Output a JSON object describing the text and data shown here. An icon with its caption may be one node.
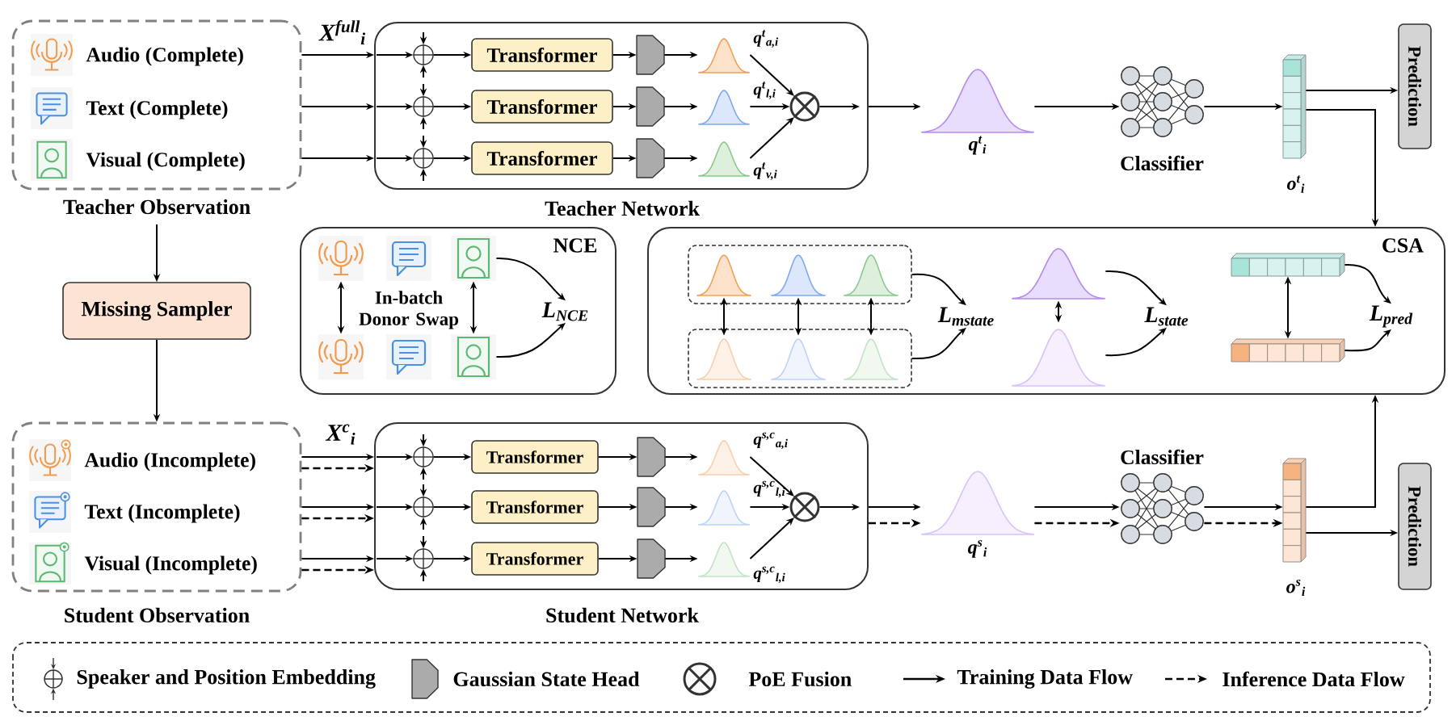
{
  "diagram": {
    "nodes": [
      {
        "text": [
          "Teacher Observation"
        ]
      },
      {
        "text": [
          "Audio (Complete)"
        ],
        "in": 0
      },
      {
        "text": [
          "Text (Complete)"
        ],
        "in": 0
      },
      {
        "text": [
          "Visual (Complete)"
        ],
        "in": 0
      },
      {
        "text": [
          "Teacher Network"
        ]
      },
      {
        "text": [],
        "shape": "circle",
        "in": 4
      },
      {
        "text": [
          "Transformer"
        ],
        "in": 4
      },
      {
        "text": [],
        "shape": "pentagon",
        "in": 4
      },
      {
        "text": [],
        "shape": "picture",
        "in": 4,
        "beside": [
          "q$^{t}$$_{a,i}$"
        ]
      },
      {
        "text": [],
        "shape": "circle",
        "in": 4
      },
      {
        "text": [
          "Transformer"
        ],
        "in": 4
      },
      {
        "text": [],
        "shape": "pentagon",
        "in": 4
      },
      {
        "text": [],
        "shape": "picture",
        "in": 4,
        "beside": [
          "q$^{t}$$_{l,i}$"
        ]
      },
      {
        "text": [],
        "shape": "circle",
        "in": 4
      },
      {
        "text": [
          "Transformer"
        ],
        "in": 4
      },
      {
        "text": [],
        "shape": "pentagon",
        "in": 4
      },
      {
        "text": [],
        "shape": "picture",
        "in": 4,
        "beside": [
          "q$^{t}$$_{v,i}$"
        ]
      },
      {
        "text": [],
        "shape": "circle",
        "in": 4
      },
      {
        "text": [],
        "shape": "picture",
        "beside": [
          "q$^{t}$$_{i}$"
        ]
      },
      {
        "text": [],
        "shape": "picture",
        "beside": [
          "Classifier"
        ]
      },
      {
        "text": [],
        "shape": "bar",
        "beside": [
          "o$^{t}$$_{i}$"
        ]
      },
      {
        "text": [
          "Prediction"
        ]
      },
      {
        "text": [
          "Missing Sampler"
        ]
      },
      {
        "text": [
          "NCE"
        ]
      },
      {
        "text": [],
        "shape": "picture",
        "in": 23
      },
      {
        "text": [],
        "shape": "picture",
        "in": 23
      },
      {
        "text": [],
        "shape": "picture",
        "in": 23
      },
      {
        "text": [],
        "shape": "picture",
        "in": 23
      },
      {
        "text": [],
        "shape": "picture",
        "in": 23
      },
      {
        "text": [],
        "shape": "picture",
        "in": 23
      },
      {
        "text": [
          "L$_{NCE}$"
        ],
        "in": 23
      },
      {
        "text": [
          "CSA"
        ]
      },
      {
        "text": [],
        "shape": "box",
        "in": 31
      },
      {
        "text": [],
        "shape": "picture",
        "in": 32
      },
      {
        "text": [],
        "shape": "picture",
        "in": 32
      },
      {
        "text": [],
        "shape": "picture",
        "in": 32
      },
      {
        "text": [],
        "shape": "box",
        "in": 31
      },
      {
        "text": [],
        "shape": "picture",
        "in": 36
      },
      {
        "text": [],
        "shape": "picture",
        "in": 36
      },
      {
        "text": [],
        "shape": "picture",
        "in": 36
      },
      {
        "text": [
          "L$_{mstate}$"
        ],
        "in": 31
      },
      {
        "text": [],
        "shape": "picture",
        "in": 31
      },
      {
        "text": [],
        "shape": "picture",
        "in": 31
      },
      {
        "text": [
          "L$_{state}$"
        ],
        "in": 31
      },
      {
        "text": [],
        "shape": "bar",
        "in": 31
      },
      {
        "text": [],
        "shape": "bar",
        "in": 31
      },
      {
        "text": [
          "L$_{pred}$"
        ],
        "in": 31
      },
      {
        "text": [
          "Student Observation"
        ]
      },
      {
        "text": [
          "Audio (Incomplete)"
        ],
        "in": 47
      },
      {
        "text": [
          "Text (Incomplete)"
        ],
        "in": 47
      },
      {
        "text": [
          "Visual (Incomplete)"
        ],
        "in": 47
      },
      {
        "text": [
          "Student Network"
        ]
      },
      {
        "text": [],
        "shape": "circle",
        "in": 51
      },
      {
        "text": [
          "Transformer"
        ],
        "in": 51
      },
      {
        "text": [],
        "shape": "pentagon",
        "in": 51
      },
      {
        "text": [],
        "shape": "picture",
        "in": 51,
        "beside": [
          "q$^{s,c}$$_{a,i}$"
        ]
      },
      {
        "text": [],
        "shape": "circle",
        "in": 51
      },
      {
        "text": [
          "Transformer"
        ],
        "in": 51
      },
      {
        "text": [],
        "shape": "pentagon",
        "in": 51
      },
      {
        "text": [],
        "shape": "picture",
        "in": 51,
        "beside": [
          "q$^{s,c}$$_{l,i}$"
        ]
      },
      {
        "text": [],
        "shape": "circle",
        "in": 51
      },
      {
        "text": [
          "Transformer"
        ],
        "in": 51
      },
      {
        "text": [],
        "shape": "pentagon",
        "in": 51
      },
      {
        "text": [],
        "shape": "picture",
        "in": 51,
        "beside": [
          "q$^{s,c}$$_{l,i}$"
        ]
      },
      {
        "text": [],
        "shape": "circle",
        "in": 51
      },
      {
        "text": [],
        "shape": "picture",
        "beside": [
          "q$^{s}$$_{i}$"
        ]
      },
      {
        "text": [],
        "shape": "picture",
        "beside": [
          "Classifier"
        ]
      },
      {
        "text": [],
        "shape": "bar",
        "beside": [
          "o$^{s}$$_{i}$"
        ]
      },
      {
        "text": [
          "Prediction"
        ]
      }
    ],
    "edges": [
      {
        "from": 0,
        "to": 4,
        "arrow": "to"
      },
      {
        "from": 0,
        "to": 4,
        "arrow": "to"
      },
      {
        "from": 0,
        "to": 4,
        "arrow": "to"
      },
      {
        "from": null,
        "to": 5,
        "arrow": "to"
      },
      {
        "from": null,
        "to": 5,
        "arrow": "to"
      },
      {
        "from": null,
        "to": 5,
        "arrow": "to"
      },
      {
        "from": 5,
        "to": 6,
        "arrow": "to"
      },
      {
        "from": 6,
        "to": 7,
        "arrow": "to"
      },
      {
        "from": 7,
        "to": 8,
        "arrow": "to"
      },
      {
        "from": null,
        "to": 9,
        "arrow": "to"
      },
      {
        "from": null,
        "to": 9,
        "arrow": "to"
      },
      {
        "from": null,
        "to": 9,
        "arrow": "to"
      },
      {
        "from": 9,
        "to": 10,
        "arrow": "to"
      },
      {
        "from": 10,
        "to": 11,
        "arrow": "to"
      },
      {
        "from": 11,
        "to": 12,
        "arrow": "to"
      },
      {
        "from": null,
        "to": 13,
        "arrow": "to"
      },
      {
        "from": null,
        "to": 13,
        "arrow": "to"
      },
      {
        "from": null,
        "to": 13,
        "arrow": "to"
      },
      {
        "from": 13,
        "to": 14,
        "arrow": "to"
      },
      {
        "from": 14,
        "to": 15,
        "arrow": "to"
      },
      {
        "from": 15,
        "to": 16,
        "arrow": "to"
      },
      {
        "from": 8,
        "to": 17,
        "arrow": "to"
      },
      {
        "from": 12,
        "to": 17,
        "arrow": "to"
      },
      {
        "from": 16,
        "to": 17,
        "arrow": "to"
      },
      {
        "from": 17,
        "to": null,
        "arrow": "to"
      },
      {
        "from": 4,
        "to": 18,
        "arrow": "to"
      },
      {
        "from": 18,
        "to": 19,
        "arrow": "to"
      },
      {
        "from": 19,
        "to": 20,
        "arrow": "to"
      },
      {
        "from": 20,
        "to": 21,
        "arrow": "to"
      },
      {
        "from": 20,
        "to": 31,
        "arrow": "to"
      },
      {
        "from": 0,
        "to": 22,
        "arrow": "to"
      },
      {
        "from": 22,
        "to": 47,
        "arrow": "to"
      },
      {
        "from": 24,
        "to": 27,
        "arrow": "both"
      },
      {
        "from": 26,
        "to": 29,
        "arrow": "both"
      },
      {
        "from": 26,
        "to": 30,
        "arrow": "to"
      },
      {
        "from": 29,
        "to": 30,
        "arrow": "to"
      },
      {
        "from": 33,
        "to": 37,
        "arrow": "both"
      },
      {
        "from": 34,
        "to": 38,
        "arrow": "both"
      },
      {
        "from": 35,
        "to": 39,
        "arrow": "both"
      },
      {
        "from": 32,
        "to": 40,
        "arrow": "to"
      },
      {
        "from": 36,
        "to": 40,
        "arrow": "to"
      },
      {
        "from": 41,
        "to": 42,
        "arrow": "both"
      },
      {
        "from": 41,
        "to": 43,
        "arrow": "to"
      },
      {
        "from": 42,
        "to": 43,
        "arrow": "to"
      },
      {
        "from": 44,
        "to": 45,
        "arrow": "both"
      },
      {
        "from": 44,
        "to": 46,
        "arrow": "to"
      },
      {
        "from": 45,
        "to": 46,
        "arrow": "to"
      },
      {
        "from": 47,
        "to": 51,
        "arrow": "to"
      },
      {
        "from": 47,
        "to": 51,
        "arrow": "to",
        "style": "dashed"
      },
      {
        "from": 47,
        "to": 51,
        "arrow": "to"
      },
      {
        "from": 47,
        "to": 51,
        "arrow": "to",
        "style": "dashed"
      },
      {
        "from": 47,
        "to": 51,
        "arrow": "to"
      },
      {
        "from": 47,
        "to": 51,
        "arrow": "to",
        "style": "dashed"
      },
      {
        "from": null,
        "to": 52,
        "arrow": "to"
      },
      {
        "from": null,
        "to": 52,
        "arrow": "to"
      },
      {
        "from": null,
        "to": 52,
        "arrow": "to"
      },
      {
        "from": 52,
        "to": 53,
        "arrow": "to"
      },
      {
        "from": 53,
        "to": 54,
        "arrow": "to"
      },
      {
        "from": 54,
        "to": 55,
        "arrow": "to"
      },
      {
        "from": null,
        "to": 56,
        "arrow": "to"
      },
      {
        "from": null,
        "to": 56,
        "arrow": "to"
      },
      {
        "from": null,
        "to": 56,
        "arrow": "to"
      },
      {
        "from": 56,
        "to": 57,
        "arrow": "to"
      },
      {
        "from": 57,
        "to": 58,
        "arrow": "to"
      },
      {
        "from": 58,
        "to": 59,
        "arrow": "to"
      },
      {
        "from": null,
        "to": 60,
        "arrow": "to"
      },
      {
        "from": null,
        "to": 60,
        "arrow": "to"
      },
      {
        "from": null,
        "to": 60,
        "arrow": "to"
      },
      {
        "from": 60,
        "to": 61,
        "arrow": "to"
      },
      {
        "from": 61,
        "to": 62,
        "arrow": "to"
      },
      {
        "from": 62,
        "to": 63,
        "arrow": "to"
      },
      {
        "from": 55,
        "to": 64,
        "arrow": "to"
      },
      {
        "from": 59,
        "to": 64,
        "arrow": "to"
      },
      {
        "from": 63,
        "to": 64,
        "arrow": "to"
      },
      {
        "from": 64,
        "to": null,
        "arrow": "to"
      },
      {
        "from": 51,
        "to": 65,
        "arrow": "to"
      },
      {
        "from": 51,
        "to": 65,
        "arrow": "to",
        "style": "dashed"
      },
      {
        "from": 65,
        "to": 66,
        "arrow": "to"
      },
      {
        "from": 65,
        "to": 66,
        "arrow": "to",
        "style": "dashed"
      },
      {
        "from": 66,
        "to": 67,
        "arrow": "to"
      },
      {
        "from": 66,
        "to": 67,
        "arrow": "to",
        "style": "dashed"
      },
      {
        "from": 67,
        "to": 68,
        "arrow": "to"
      },
      {
        "from": 67,
        "to": 31,
        "arrow": "to"
      }
    ],
    "labels": [
      "X$^{full}$$_{i}$",
      "In-batch Donor Swap",
      "X$^{c}$$_{i}$"
    ],
    "legend": [
      {
        "text": "Speaker and Position Embedding"
      },
      {
        "text": "Gaussian State Head"
      },
      {
        "text": "PoE Fusion"
      },
      {
        "text": "Training Data Flow"
      },
      {
        "text": "Inference Data Flow"
      }
    ]
  }
}
